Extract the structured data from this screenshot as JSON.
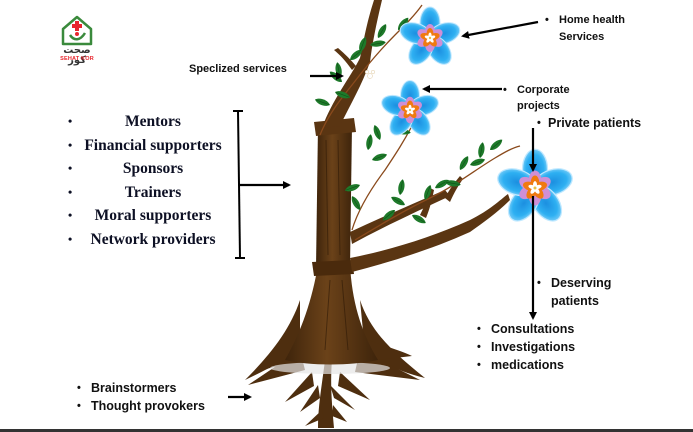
{
  "logo": {
    "arabic_name": "صحت کور",
    "english_name": "SEHAT KOR",
    "icon": "house-cross-person-icon",
    "colors": {
      "house": "#3a8a3c",
      "cross": "#e8262e",
      "figure": "#3a8a3c"
    }
  },
  "labels": {
    "specialized_services": "Speclized services",
    "home_health": [
      "Home health",
      "Services"
    ],
    "corporate_projects": [
      "Corporate",
      "projects"
    ],
    "private_patients": "Private patients",
    "deserving_patients": [
      "Deserving",
      "patients"
    ]
  },
  "supporters_list": {
    "items": [
      "Mentors",
      "Financial supporters",
      "Sponsors",
      "Trainers",
      "Moral supporters",
      "Network providers"
    ]
  },
  "services_list": {
    "items": [
      "Consultations",
      "Investigations",
      "medications"
    ]
  },
  "roots_list": {
    "items": [
      "Brainstormers",
      "Thought provokers"
    ]
  },
  "bullet": "•",
  "colors": {
    "trunk": "#5a3512",
    "trunk_dark": "#3e240b",
    "leaf": "#1e7a2a",
    "petal": "#29a9ee",
    "petal_light": "#8fd4fa",
    "inner_petal": "#cf8fd6",
    "center": "#f07a10",
    "arrow": "#000000"
  }
}
